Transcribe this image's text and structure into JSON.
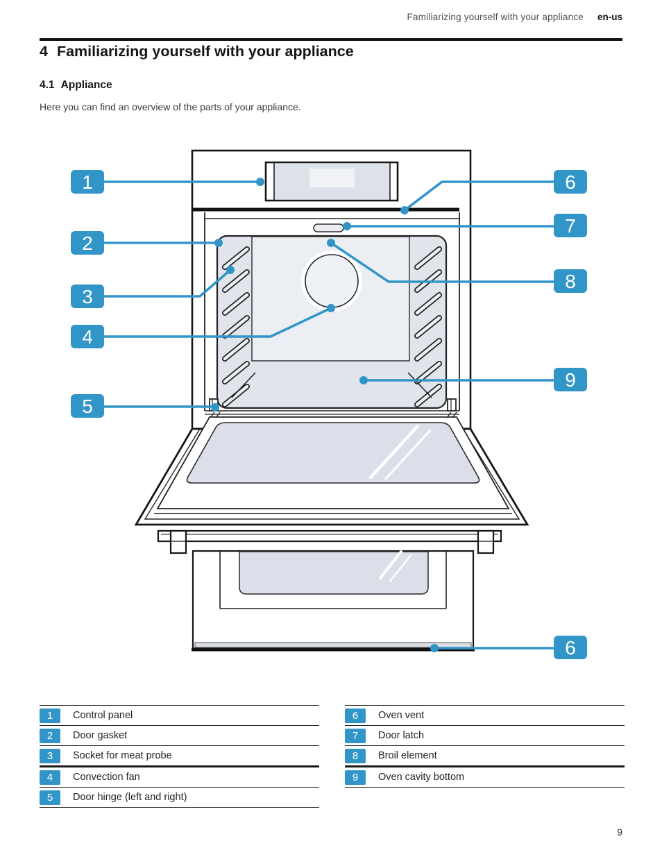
{
  "page": {
    "header_title": "Familiarizing yourself with your appliance",
    "header_locale": "en-us",
    "page_number": "9"
  },
  "section": {
    "number": "4",
    "title": "Familiarizing yourself with your appliance",
    "sub_number": "4.1",
    "sub_title": "Appliance",
    "intro": "Here you can find an overview of the parts of your appliance."
  },
  "colors": {
    "accent_blue": "#3295c8",
    "line_black": "#1a1a1a",
    "cavity_gray": "#e1e4eb",
    "glass_gray": "#dcdfe9"
  },
  "diagram": {
    "callouts": [
      "1",
      "2",
      "3",
      "4",
      "5",
      "6",
      "7",
      "8",
      "9",
      "6"
    ]
  },
  "legend": {
    "left": [
      {
        "num": "1",
        "label": "Control panel"
      },
      {
        "num": "2",
        "label": "Door gasket"
      },
      {
        "num": "3",
        "label": "Socket for meat probe"
      },
      {
        "num": "4",
        "label": "Convection fan"
      },
      {
        "num": "5",
        "label": "Door hinge (left and right)"
      }
    ],
    "right": [
      {
        "num": "6",
        "label": "Oven vent"
      },
      {
        "num": "7",
        "label": "Door latch"
      },
      {
        "num": "8",
        "label": "Broil element"
      },
      {
        "num": "9",
        "label": "Oven cavity bottom"
      }
    ]
  }
}
